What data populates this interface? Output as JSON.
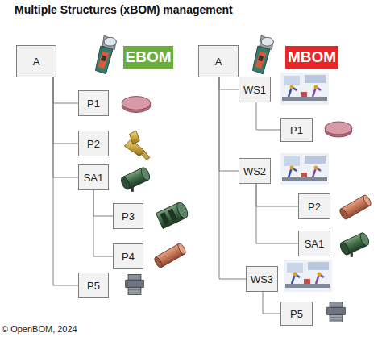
{
  "diagram": {
    "title": "Multiple Structures (xBOM) management",
    "caption": "© OpenBOM, 2024",
    "nodes": [
      {
        "text": [
          "A"
        ]
      },
      {
        "text": [
          "P1"
        ]
      },
      {
        "text": [
          "P2"
        ]
      },
      {
        "text": [
          "SA1"
        ]
      },
      {
        "text": [
          "P3"
        ]
      },
      {
        "text": [
          "P4"
        ]
      },
      {
        "text": [
          "P5"
        ]
      },
      {
        "text": [
          "A"
        ]
      },
      {
        "text": [
          "WS1"
        ]
      },
      {
        "text": [
          "P1"
        ]
      },
      {
        "text": [
          "WS2"
        ]
      },
      {
        "text": [
          "P2"
        ]
      },
      {
        "text": [
          "SA1"
        ]
      },
      {
        "text": [
          "WS3"
        ]
      },
      {
        "text": [
          "P5"
        ]
      }
    ],
    "edges": [
      {
        "from": 0,
        "to": 1,
        "arrow": "none"
      },
      {
        "from": 0,
        "to": 2,
        "arrow": "none"
      },
      {
        "from": 0,
        "to": 3,
        "arrow": "none"
      },
      {
        "from": 3,
        "to": 4,
        "arrow": "none"
      },
      {
        "from": 3,
        "to": 5,
        "arrow": "none"
      },
      {
        "from": 0,
        "to": 6,
        "arrow": "none"
      },
      {
        "from": 7,
        "to": 8,
        "arrow": "none"
      },
      {
        "from": 8,
        "to": 9,
        "arrow": "none"
      },
      {
        "from": 7,
        "to": 10,
        "arrow": "none"
      },
      {
        "from": 10,
        "to": 11,
        "arrow": "none"
      },
      {
        "from": 10,
        "to": 12,
        "arrow": "none"
      },
      {
        "from": 7,
        "to": 13,
        "arrow": "none"
      },
      {
        "from": 13,
        "to": 14,
        "arrow": "none"
      }
    ],
    "labels": [
      "EBOM",
      "MBOM"
    ]
  }
}
